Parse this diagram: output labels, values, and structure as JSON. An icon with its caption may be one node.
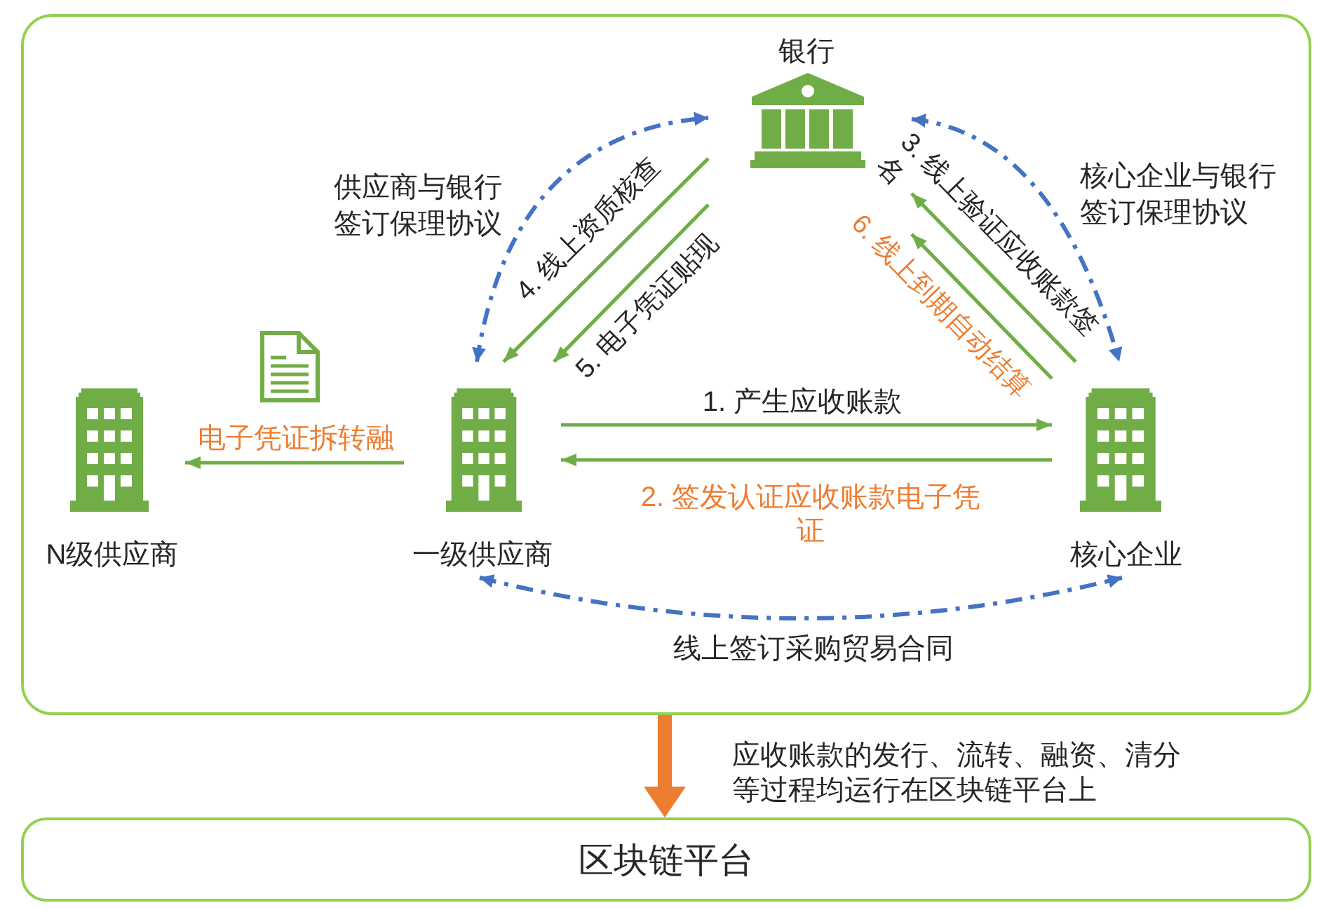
{
  "diagram": {
    "nodes": [
      {
        "text": [],
        "shape": "box"
      },
      {
        "text": [
          "银行"
        ],
        "in": 0
      },
      {
        "text": [
          "一级供应商"
        ],
        "in": 0
      },
      {
        "text": [
          "核心企业"
        ],
        "in": 0
      },
      {
        "text": [
          "N级供应商"
        ],
        "in": 0
      },
      {
        "text": [
          "区块链平台"
        ]
      }
    ],
    "edges": [
      {
        "from": 2,
        "to": 3,
        "arrow": "to",
        "label": "1. 产生应收账款"
      },
      {
        "from": 3,
        "to": 2,
        "arrow": "to",
        "label": "2. 签发认证应收账款电子凭证"
      },
      {
        "from": 3,
        "to": 1,
        "arrow": "to",
        "label": "3. 线上验证应收账款签名"
      },
      {
        "from": 1,
        "to": 2,
        "arrow": "to",
        "label": "4. 线上资质核查"
      },
      {
        "from": 1,
        "to": 2,
        "arrow": "to",
        "label": "5. 电子凭证贴现"
      },
      {
        "from": 3,
        "to": 1,
        "arrow": "to",
        "label": "6. 线上到期自动结算"
      },
      {
        "from": 2,
        "to": 4,
        "arrow": "to",
        "label": "电子凭证拆转融"
      },
      {
        "from": 2,
        "to": 1,
        "arrow": "both",
        "label": "供应商与银行签订保理协议",
        "style": "dashed",
        "color": "#4472c4"
      },
      {
        "from": 1,
        "to": 3,
        "arrow": "both",
        "label": "核心企业与银行签订保理协议",
        "style": "dashed",
        "color": "#4472c4"
      },
      {
        "from": 2,
        "to": 3,
        "arrow": "both",
        "label": "线上签订采购贸易合同",
        "style": "dashed",
        "color": "#4472c4"
      },
      {
        "from": 0,
        "to": 5,
        "arrow": "to",
        "label": "应收账款的发行、流转、融资、清分等过程均运行在区块链平台上",
        "style": "thick",
        "color": "#ed7d31"
      }
    ]
  }
}
